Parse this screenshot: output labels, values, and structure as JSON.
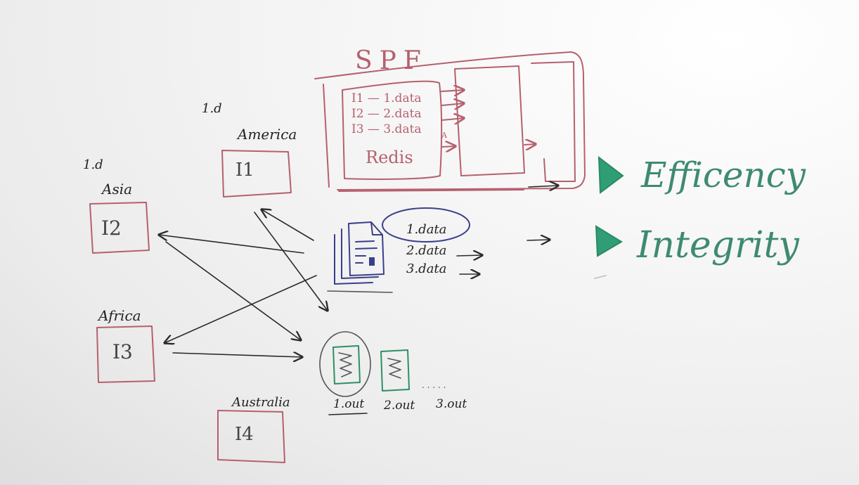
{
  "spf": {
    "title": "SPF",
    "redis_label": "Redis",
    "entries": [
      "I1 — 1.data",
      "I2 — 2.data",
      "I3 — 3.data"
    ],
    "small_mark": "A"
  },
  "regions": [
    {
      "key": "america",
      "label": "America",
      "box": "I1",
      "id_note": "1.d"
    },
    {
      "key": "asia",
      "label": "Asia",
      "box": "I2",
      "id_note": "1.d"
    },
    {
      "key": "africa",
      "label": "Africa",
      "box": "I3",
      "id_note": ""
    },
    {
      "key": "australia",
      "label": "Australia",
      "box": "I4",
      "id_note": ""
    }
  ],
  "data_files": [
    "1.data",
    "2.data",
    "3.data"
  ],
  "out_files": [
    "1.out",
    "2.out",
    "3.out"
  ],
  "out_ellipsis": ". . . . .",
  "goals": [
    "Efficency",
    "Integrity"
  ]
}
